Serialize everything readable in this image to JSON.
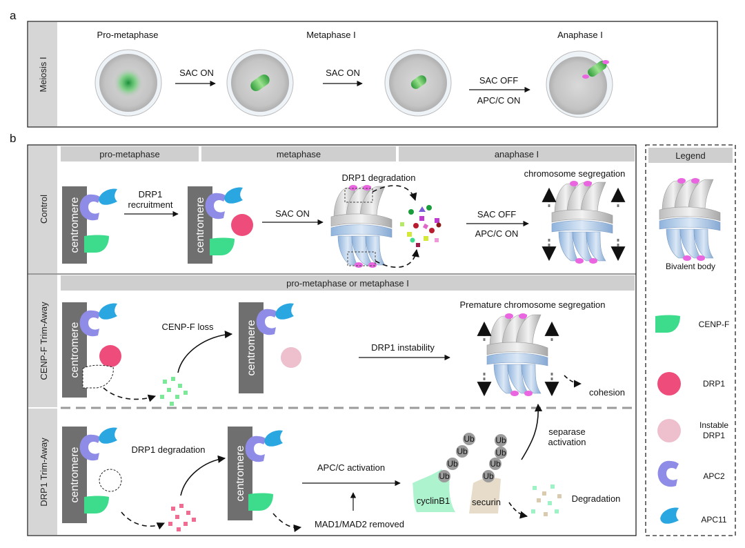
{
  "panel_a": {
    "letter": "a",
    "side_label": "Meiosis I",
    "stage_pro": "Pro-metaphase",
    "stage_meta": "Metaphase I",
    "stage_ana": "Anaphase I",
    "arrow1": "SAC ON",
    "arrow2": "SAC ON",
    "arrow3_top": "SAC OFF",
    "arrow3_bottom": "APC/C ON"
  },
  "panel_b": {
    "letter": "b",
    "headers": [
      "pro-metaphase",
      "metaphase",
      "anaphase I"
    ],
    "rows": [
      "Control",
      "CENP-F Trim-Away",
      "DRP1 Trim-Away"
    ],
    "centromere": "centromere",
    "control": {
      "recruit_line1": "DRP1",
      "recruit_line2": "recruitment",
      "sac_on": "SAC ON",
      "drp1_degradation": "DRP1 degradation",
      "sac_off": "SAC OFF",
      "apcc_on": "APC/C ON",
      "chrom_seg": "chromosome segregation"
    },
    "cenpf": {
      "banner": "pro-metaphase or metaphase I",
      "loss": "CENP-F loss",
      "instability": "DRP1 instability",
      "premature": "Premature chromosome segregation",
      "cohesion": "cohesion"
    },
    "drp1ta": {
      "degradation": "DRP1 degradation",
      "apcc_activation": "APC/C activation",
      "mad_removed": "MAD1/MAD2 removed",
      "cyclin": "cyclinB1",
      "securin": "securin",
      "ub": "Ub",
      "separase_line1": "separase",
      "separase_line2": "activation",
      "degradation2": "Degradation"
    }
  },
  "legend": {
    "title": "Legend",
    "bivalent": "Bivalent body",
    "cenpf": "CENP-F",
    "drp1": "DRP1",
    "instable_line1": "Instable",
    "instable_line2": "DRP1",
    "apc2": "APC2",
    "apc11": "APC11"
  },
  "colors": {
    "cenpf": "#3ddc8c",
    "drp1": "#ee4d7b",
    "instable_drp1": "#eebfcc",
    "apc2": "#8f8ce8",
    "apc11": "#2aa7e0",
    "centromere": "#6f6f6f",
    "header_gray": "#cfcfcf",
    "pink_tip": "#e966e0",
    "chrom_gray": "#cfcfcf",
    "chrom_blue": "#a9c6e6"
  }
}
